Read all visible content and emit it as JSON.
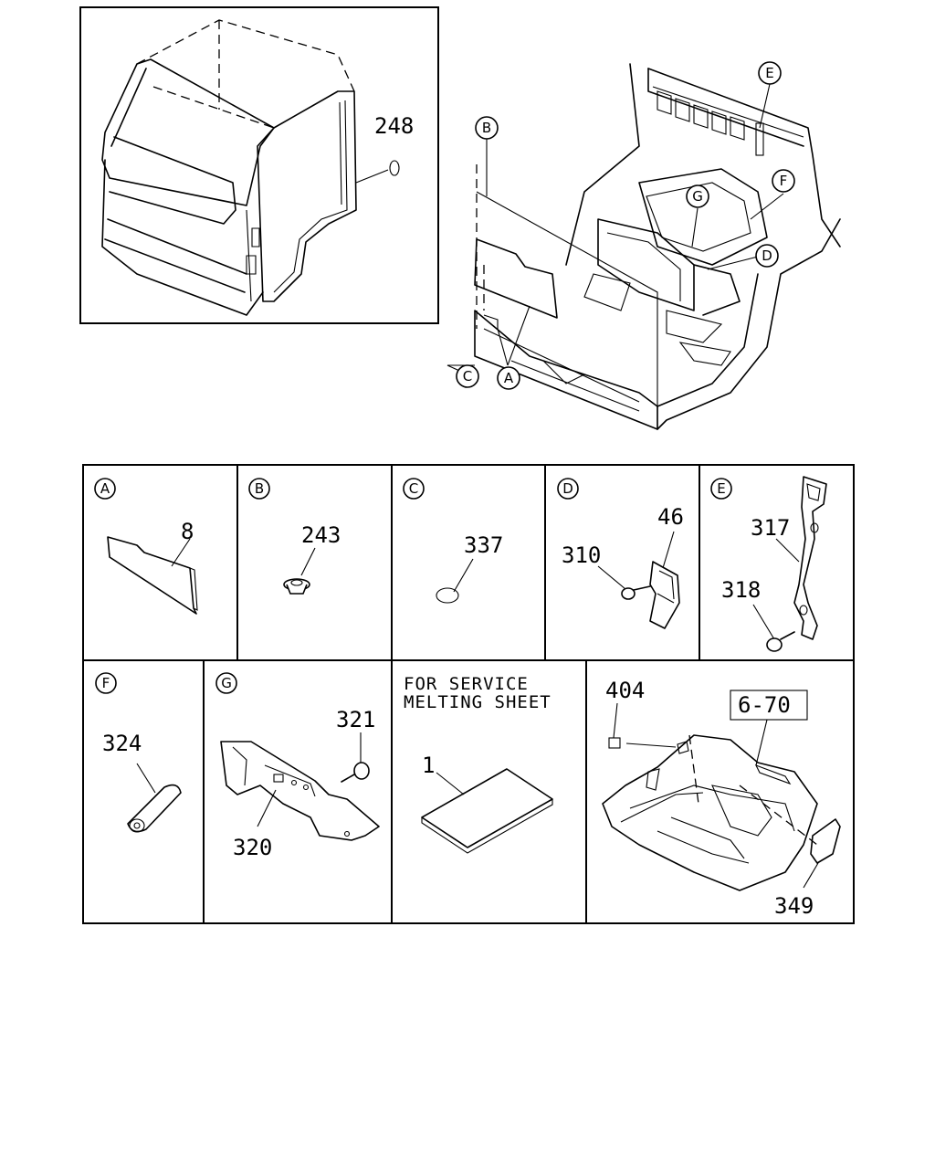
{
  "callouts": {
    "A": "A",
    "B": "B",
    "C": "C",
    "D": "D",
    "E": "E",
    "F": "F",
    "G": "G"
  },
  "parts": {
    "p248": "248",
    "p8": "8",
    "p243": "243",
    "p337": "337",
    "p46": "46",
    "p310": "310",
    "p317": "317",
    "p318": "318",
    "p324": "324",
    "p321": "321",
    "p320": "320",
    "p1": "1",
    "p404": "404",
    "p349": "349",
    "ref670": "6-70"
  },
  "note": {
    "line1": "FOR SERVICE",
    "line2": "MELTING SHEET"
  }
}
